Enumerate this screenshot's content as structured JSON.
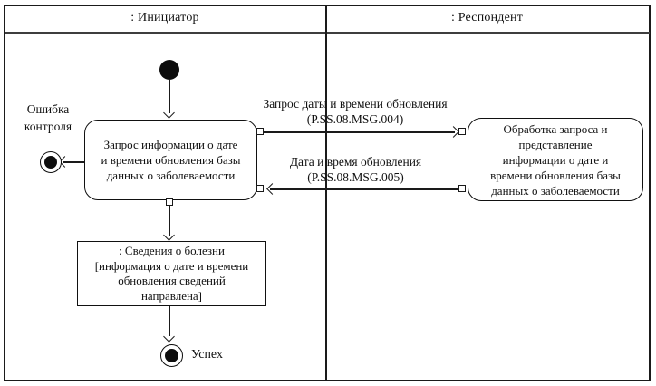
{
  "colors": {
    "line": "#1a1a1a",
    "background": "#ffffff",
    "node_fill": "#0d0d0d"
  },
  "lanes": {
    "initiator": {
      "label": ": Инициатор"
    },
    "respondent": {
      "label": ": Респондент"
    }
  },
  "nodes": {
    "initiator_activity": {
      "lines": [
        "Запрос информации о дате",
        "и времени обновления базы",
        "данных о заболеваемости"
      ]
    },
    "respondent_activity": {
      "lines": [
        "Обработка запроса и",
        "представление",
        "информации о дате и",
        "времени обновления базы",
        "данных о заболеваемости"
      ]
    },
    "object_state": {
      "lines": [
        ": Сведения о болезни",
        "[информация о дате и времени",
        "обновления сведений",
        "направлена]"
      ]
    },
    "error_outcome": {
      "lines": [
        "Ошибка",
        "контроля"
      ]
    },
    "success_outcome": {
      "label": "Успех"
    }
  },
  "messages": {
    "request": {
      "title": "Запрос даты и времени обновления",
      "code": "(P.SS.08.MSG.004)"
    },
    "response": {
      "title": "Дата и время обновления",
      "code": "(P.SS.08.MSG.005)"
    }
  }
}
